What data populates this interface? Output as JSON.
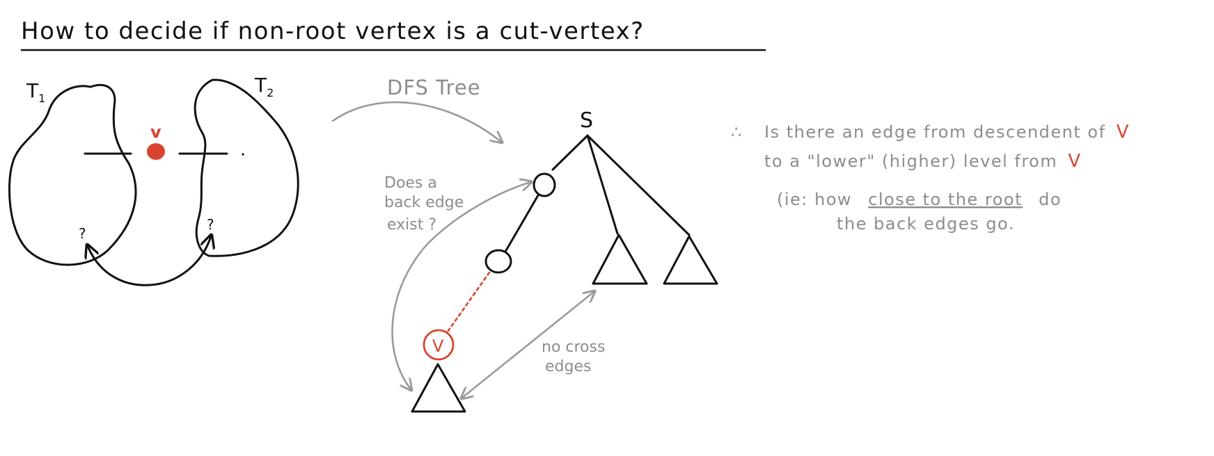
{
  "title": "How to decide if non-root vertex is a cut-vertex?",
  "left_diagram": {
    "label_t1": "T",
    "label_t1_sub": "1",
    "label_t2": "T",
    "label_t2_sub": "2",
    "vertex_label": "v",
    "question_left": "?",
    "question_right": "?"
  },
  "dfs_diagram": {
    "caption": "DFS Tree",
    "root_label": "S",
    "vertex_label": "V",
    "back_edge_question": [
      "Does a",
      "back edge",
      "exist ?"
    ],
    "no_cross_edges": [
      "no cross",
      "edges"
    ]
  },
  "notes": {
    "therefore_symbol": "∴",
    "line1_text": "Is there an edge from descendent of",
    "line1_v": "V",
    "line2_text": "to a \"lower\" (higher) level from",
    "line2_v": "V",
    "line3_prefix": "(ie:  how",
    "line3_underlined": "close to the root",
    "line3_suffix": "do",
    "line4": "the back edges go."
  },
  "colors": {
    "ink": "#111111",
    "gray": "#8c8c8c",
    "accent_red": "#d9442f"
  }
}
